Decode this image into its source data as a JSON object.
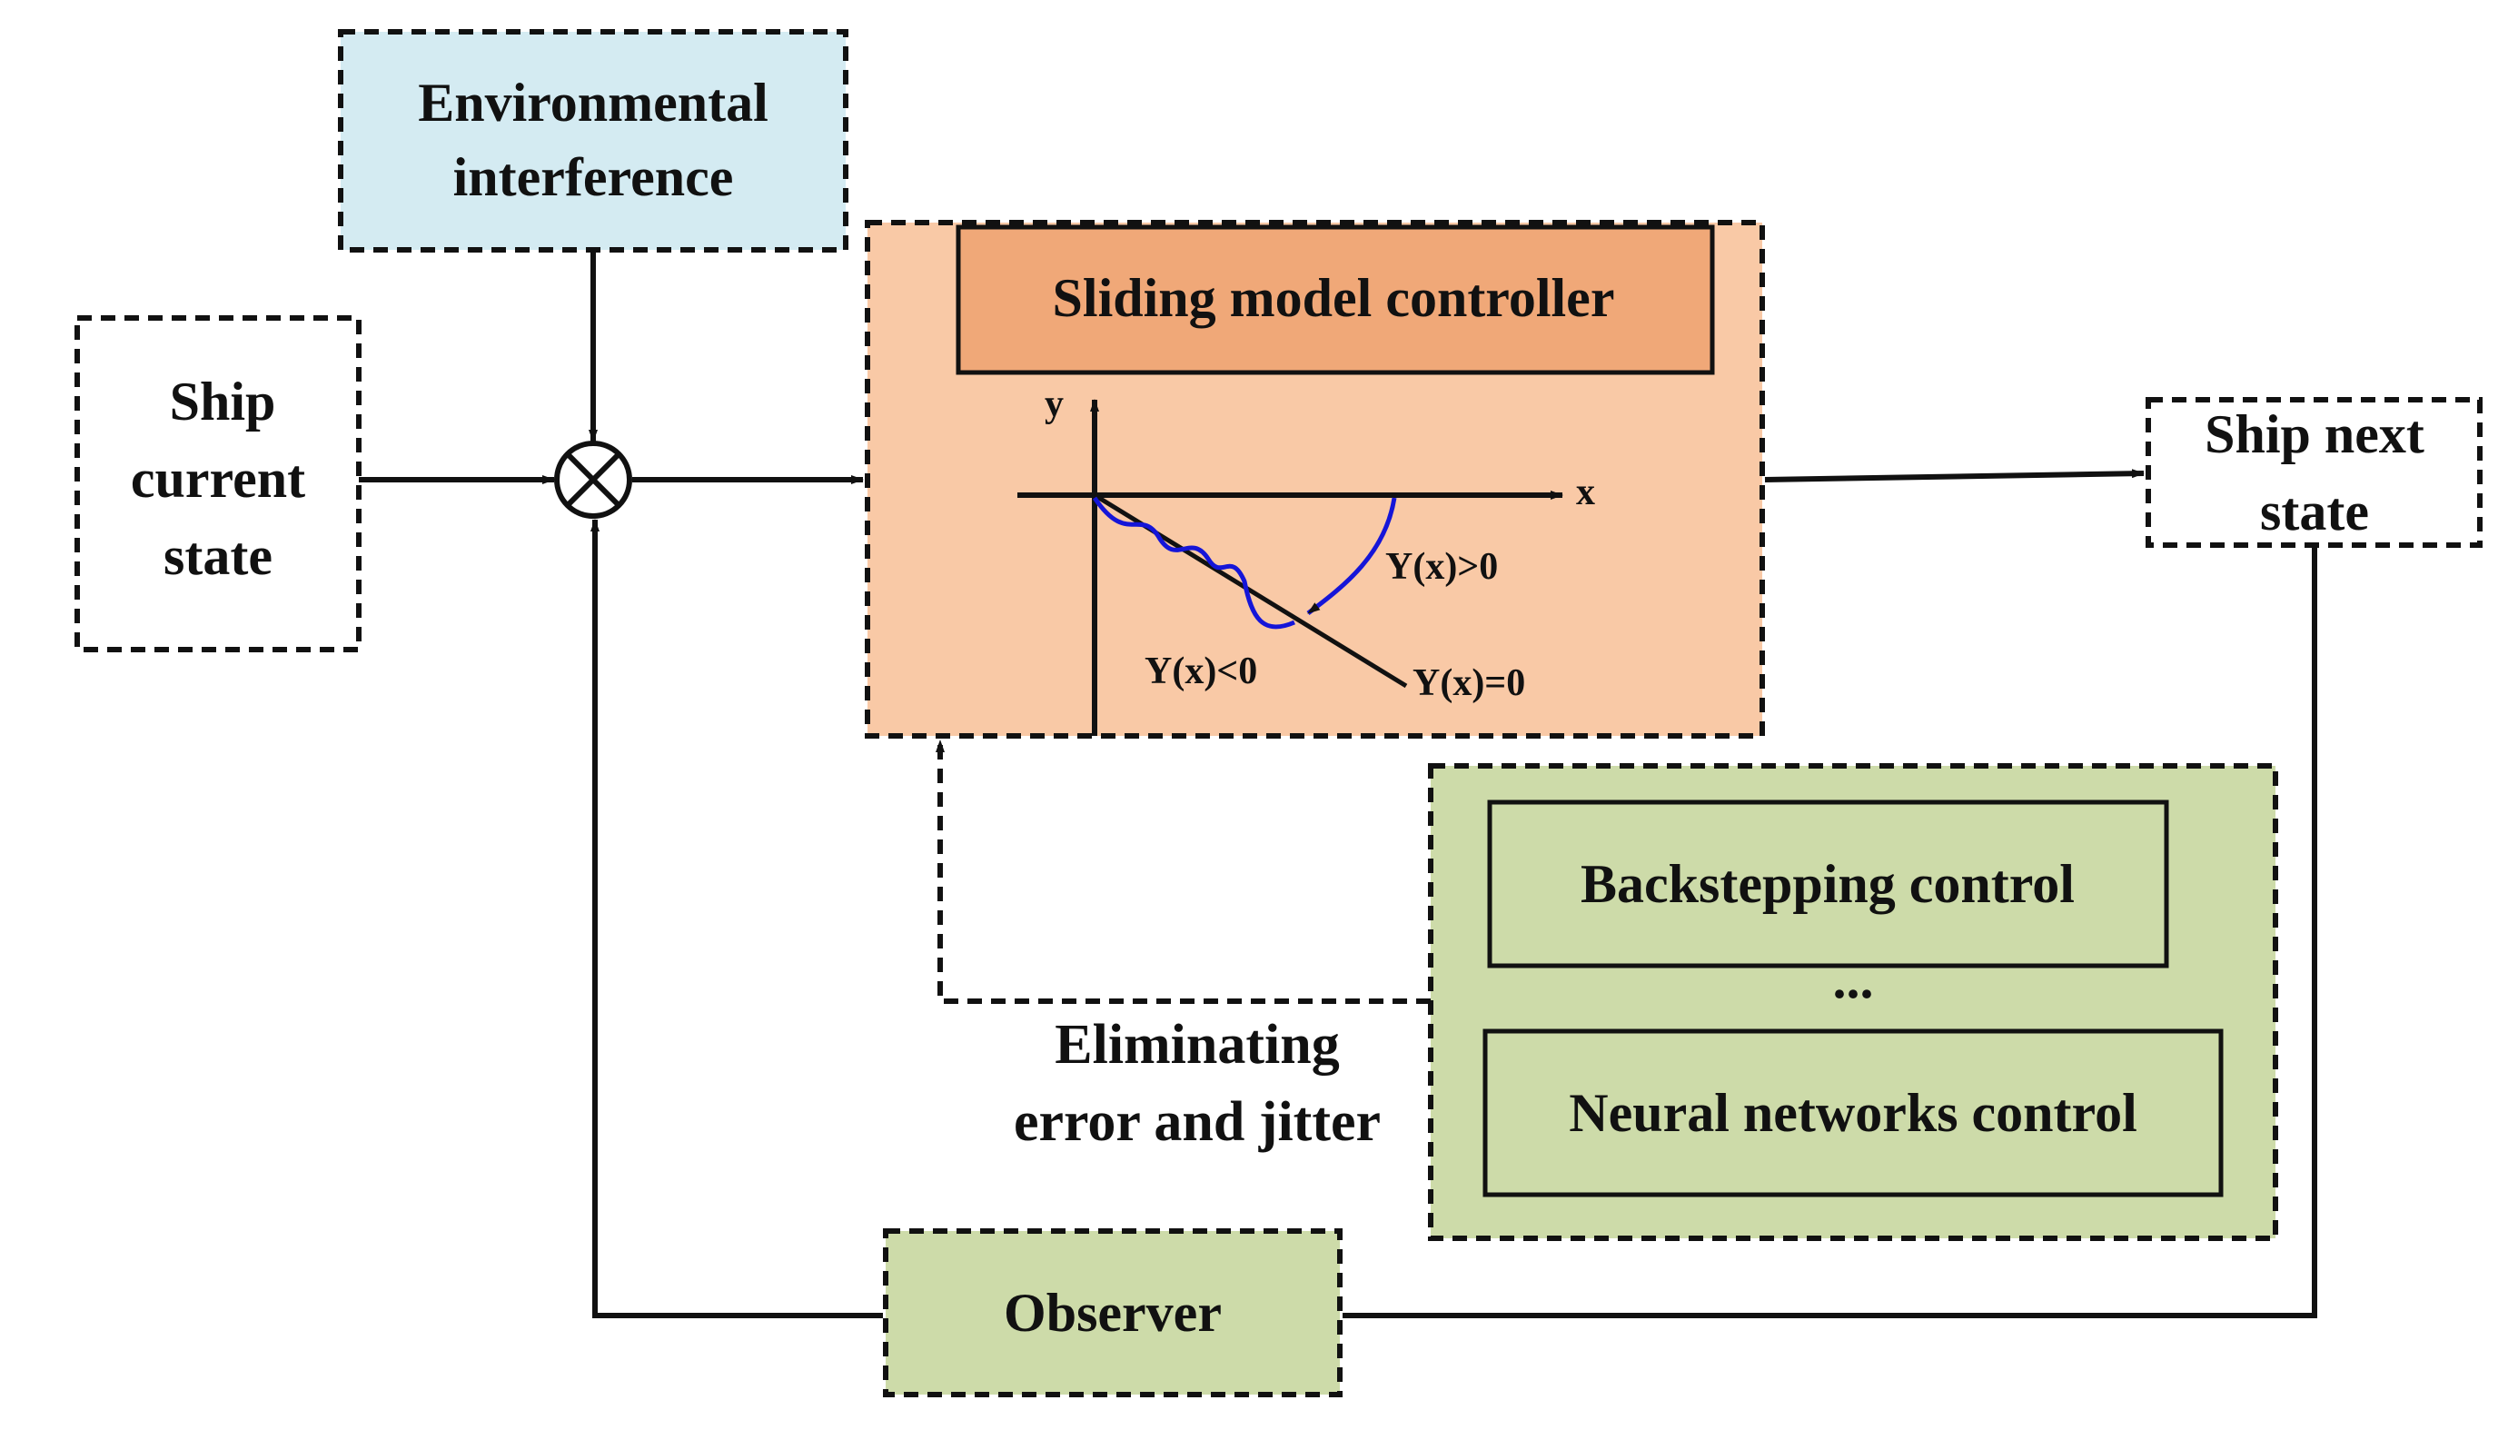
{
  "diagram": {
    "environmental_interference": [
      "Environmental",
      "interference"
    ],
    "ship_current_state": [
      "Ship",
      "current",
      "state"
    ],
    "ship_next_state": [
      "Ship next",
      "state"
    ],
    "sliding_controller_title": "Sliding model controller",
    "graph": {
      "axis_x": "x",
      "axis_y": "y",
      "label_positive": "Y(x)>0",
      "label_negative": "Y(x)<0",
      "label_zero": "Y(x)=0"
    },
    "backstepping_control": "Backstepping control",
    "ellipsis": "...",
    "neural_networks_control": "Neural networks control",
    "eliminating_error": [
      "Eliminating",
      "error and jitter"
    ],
    "observer": "Observer"
  },
  "colors": {
    "env_fill": "#d4ebf2",
    "controller_outer_fill": "#f9c9a6",
    "controller_title_fill": "#f0a878",
    "green_fill": "#cddba9",
    "curve_blue": "#1515d8",
    "ink": "#111111"
  }
}
